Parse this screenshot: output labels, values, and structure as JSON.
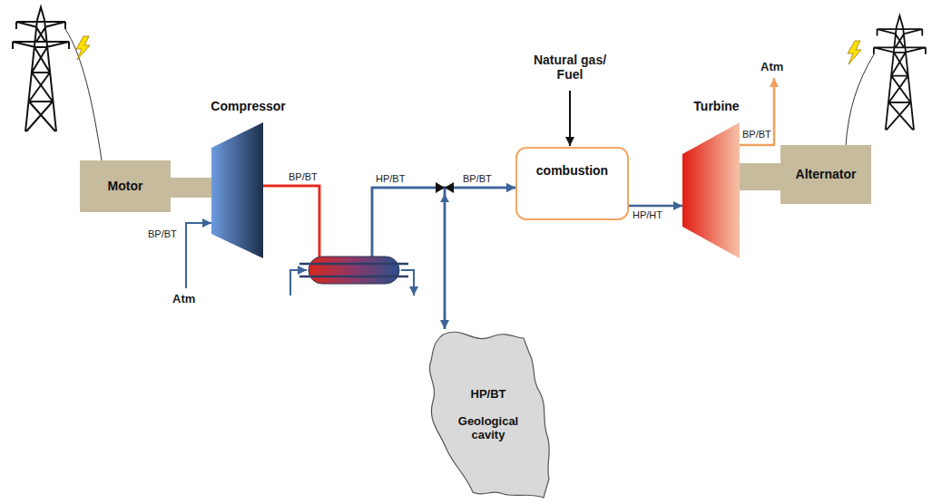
{
  "diagram": {
    "nodes": [
      {
        "text": [
          "Motor"
        ]
      },
      {
        "text": [
          "Compressor"
        ]
      },
      {
        "text": [
          "combustion"
        ]
      },
      {
        "text": [
          "Turbine"
        ]
      },
      {
        "text": [
          "Alternator"
        ]
      },
      {
        "text": [
          "HP/BT",
          "Geological cavity"
        ]
      }
    ],
    "edges": [
      {
        "from": 0,
        "to": 1,
        "arrow": "none"
      },
      {
        "from": 1,
        "to": 2,
        "arrow": "to"
      },
      {
        "from": 1,
        "to": 5,
        "arrow": "to"
      },
      {
        "from": 5,
        "to": 2,
        "arrow": "to"
      },
      {
        "from": 2,
        "to": 3,
        "arrow": "to",
        "label": "HP/HT"
      },
      {
        "from": 3,
        "to": 4,
        "arrow": "none"
      }
    ],
    "labels": [
      "Natural gas/ Fuel",
      "Atm",
      "BP/BT",
      "BP/BT",
      "HP/BT",
      "BP/BT",
      "BP/BT",
      "Atm"
    ]
  }
}
